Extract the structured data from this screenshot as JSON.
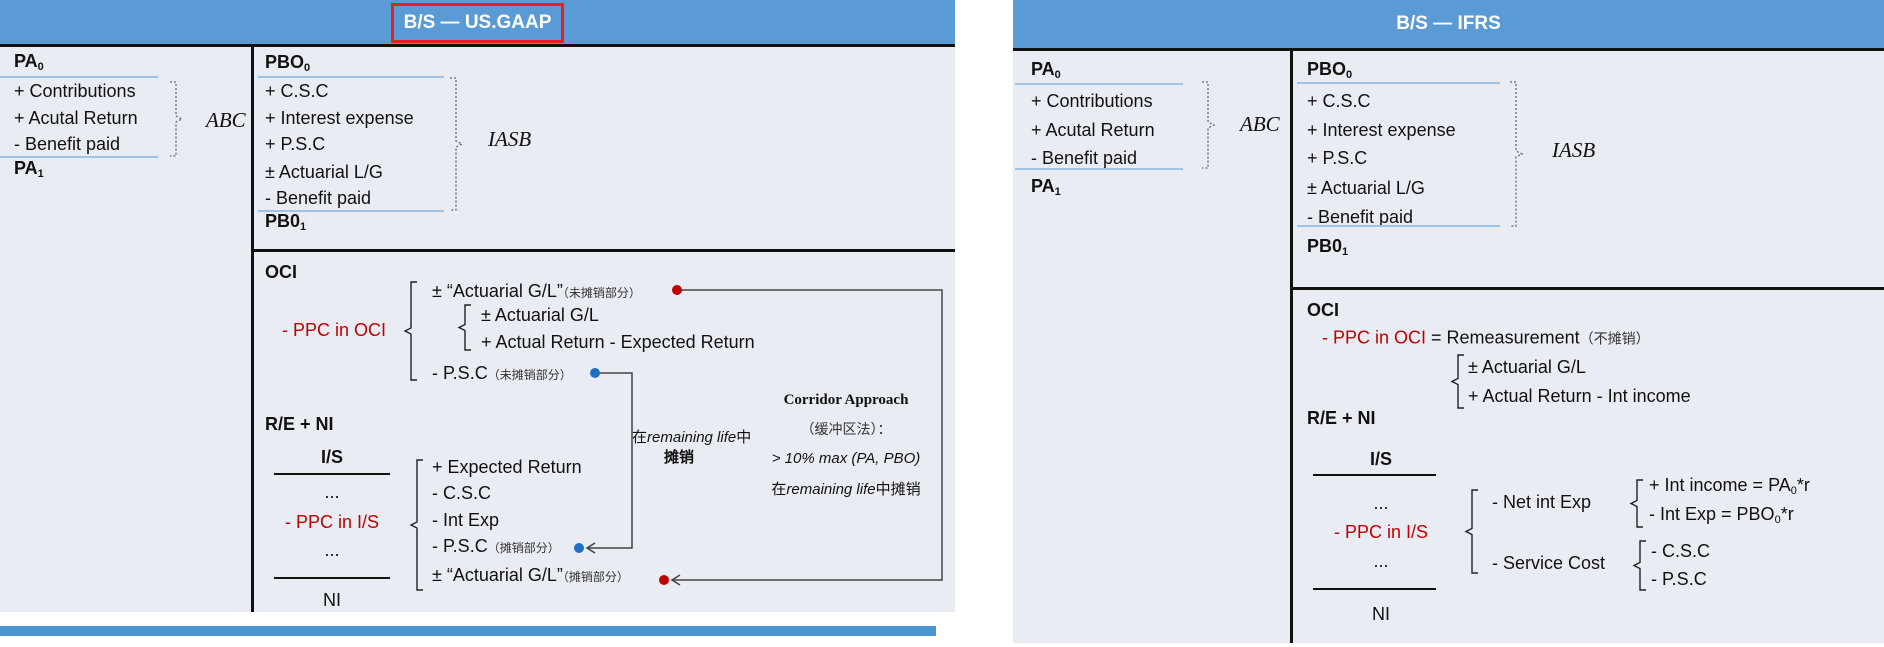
{
  "us_gaap": {
    "title": "B/S — US.GAAP",
    "pa": {
      "label": "PA",
      "sub0": "0",
      "sub1": "1",
      "items": [
        "+ Contributions",
        "+ Acutal Return",
        "-  Benefit paid"
      ],
      "group": "ABC"
    },
    "pbo": {
      "label0": "PBO",
      "sub0": "0",
      "label1": "PB0",
      "sub1": "1",
      "items": [
        "+ C.S.C",
        "+ Interest expense",
        "+ P.S.C",
        "± Actuarial L/G",
        "-  Benefit paid"
      ],
      "group": "IASB"
    },
    "oci": {
      "heading": "OCI",
      "ppc": "- PPC in OCI",
      "items": {
        "agl_quoted": "± “Actuarial G/L”",
        "agl_note": "（未摊销部分）",
        "agl": "± Actuarial G/L",
        "ret": "+ Actual Return - Expected Return",
        "psc": "-  P.S.C",
        "psc_note": "（未摊销部分）"
      }
    },
    "re": {
      "heading": "R/E  + NI",
      "is": "I/S",
      "dots1": "...",
      "ppc": "- PPC in I/S",
      "dots2": "...",
      "ni": "NI"
    },
    "is_items": {
      "exp_ret": "+ Expected Return",
      "csc": "-  C.S.C",
      "int": "-  Int Exp",
      "psc": "-  P.S.C",
      "psc_note": "（摊销部分）",
      "agl": "± “Actuarial G/L”",
      "agl_note": "（摊销部分）"
    },
    "amort": {
      "line1a": "在",
      "line1b": "remaining life",
      "line1c": "中",
      "line2": "摊销"
    },
    "corridor": {
      "title": "Corridor Approach",
      "cn": "（缓冲区法）：",
      "rule": "> 10% max (PA, PBO)",
      "l4a": "在",
      "l4b": "remaining life",
      "l4c": "中摊销"
    }
  },
  "ifrs": {
    "title": "B/S — IFRS",
    "pa": {
      "label": "PA",
      "sub0": "0",
      "sub1": "1",
      "items": [
        "+ Contributions",
        "+ Acutal Return",
        "-  Benefit paid"
      ],
      "group": "ABC"
    },
    "pbo": {
      "label0": "PBO",
      "sub0": "0",
      "label1": "PB0",
      "sub1": "1",
      "items": [
        "+ C.S.C",
        "+ Interest expense",
        "+ P.S.C",
        "± Actuarial L/G",
        "-  Benefit paid"
      ],
      "group": "IASB"
    },
    "oci": {
      "heading": "OCI",
      "ppc": "- PPC in OCI",
      "eq": " = Remeasurement",
      "note": "（不摊销）",
      "agl": "± Actuarial G/L",
      "ret": "+ Actual Return - Int income"
    },
    "re": {
      "heading": "R/E  + NI",
      "is": "I/S",
      "dots1": "...",
      "ppc": "- PPC in I/S",
      "dots2": "...",
      "ni": "NI"
    },
    "net_int": {
      "label": "- Net int Exp",
      "inc": "+ Int income =  PA",
      "inc_sub": "0",
      "inc_tail": "*r",
      "exp": "-  Int Exp = PBO",
      "exp_sub": "0",
      "exp_tail": "*r"
    },
    "service": {
      "label": "- Service Cost",
      "csc": "-  C.S.C",
      "psc": "-  P.S.C"
    }
  },
  "colors": {
    "header": "#5b9bd5",
    "accent_red": "#c00000",
    "blue_dot": "#1f6fc5"
  }
}
